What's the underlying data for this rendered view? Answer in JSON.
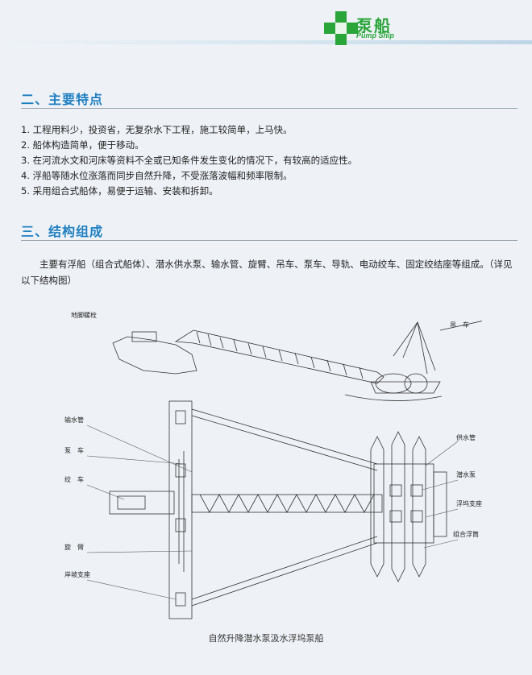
{
  "header": {
    "logo_cn": "泵船",
    "logo_en": "Pump Ship",
    "brand_color": "#2aa53a"
  },
  "section2": {
    "title": "二、主要特点",
    "items": [
      "1. 工程用料少，投资省，无复杂水下工程，施工较简单，上马快。",
      "2. 船体构造简单，便于移动。",
      "3. 在河流水文和河床等资料不全或已知条件发生变化的情况下，有较高的适应性。",
      "4. 浮船等随水位涨落而同步自然升降，不受涨落波幅和频率限制。",
      "5. 采用组合式船体，易便于运输、安装和拆卸。"
    ]
  },
  "section3": {
    "title": "三、结构组成",
    "paragraph": "主要有浮船（组合式船体）、潜水供水泵、输水管、旋臂、吊车、泵车、导轨、电动绞车、固定绞结座等组成。（详见以下结构图）"
  },
  "diagram": {
    "labels": {
      "anchor_bolt": "地脚螺栓",
      "crane": "吊　车",
      "delivery_pipe": "输水管",
      "pump_car": "泵　车",
      "winch": "绞　车",
      "swing_arm": "旋　臂",
      "bank_support": "岸坡支座",
      "supply_pipe": "供水管",
      "submersible_pump": "潜水泵",
      "pontoon_support": "浮坞支座",
      "combined_pontoon": "组合浮筒"
    },
    "caption": "自然升降潜水泵汲水浮坞泵船"
  },
  "colors": {
    "section_title": "#1f7fc0",
    "page_background": "#eef2f7"
  }
}
